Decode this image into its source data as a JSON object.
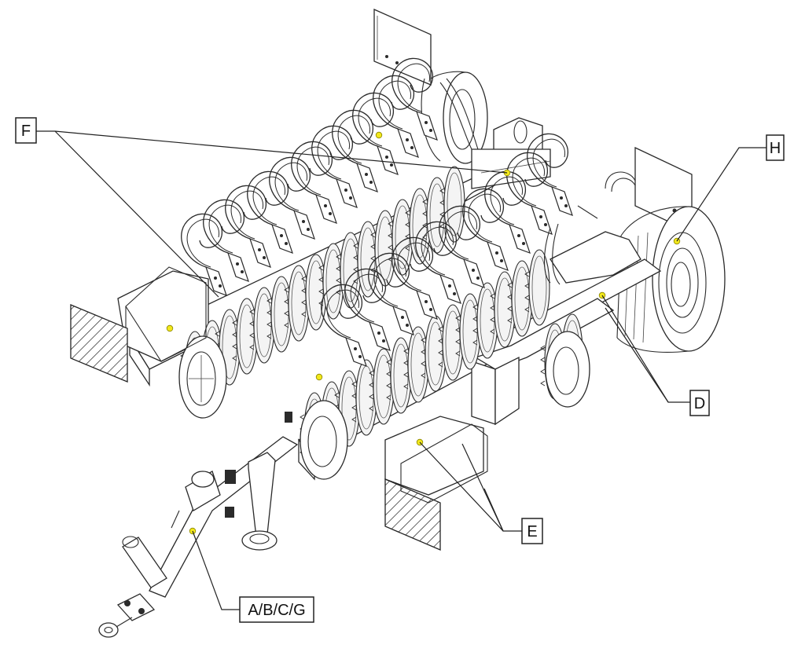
{
  "callouts": {
    "f": "F",
    "h": "H",
    "d": "D",
    "e": "E",
    "abcg": "A/B/C/G"
  },
  "colors": {
    "marker": "#f2e81c",
    "line": "#222222",
    "background": "#ffffff"
  }
}
